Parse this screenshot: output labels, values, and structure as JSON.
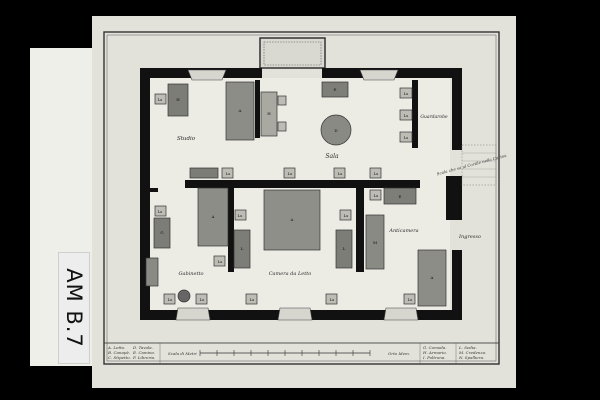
{
  "stamp": {
    "label": "AM B.7"
  },
  "rooms": {
    "studio": "Studio",
    "sala": "Sala",
    "guardarobe": "Guardarobe",
    "gabinetto": "Gabinetto",
    "camera_da_letto": "Camera da Letto",
    "anticamera": "Anticamera",
    "ingresso": "Ingresso",
    "scale": "Scala che va al Cortile nella Cucina"
  },
  "legend": {
    "left": [
      "A. Letto.",
      "B. Canapè.",
      "C. Stipetto.",
      "D. Tavola.",
      "E. Camino.",
      "F. Libreria."
    ],
    "scale_text": "Scala di Metri",
    "right_mid": "Orto Idem.",
    "right": [
      "G. Comoda.",
      "H. Armario.",
      "I. Poltrona.",
      "L. Sedia.",
      "M. Credenza.",
      "N. Spalliera."
    ]
  },
  "furniture_labels": {
    "bed": "A",
    "table": "D",
    "chair": "Ls",
    "comoda": "G",
    "armadio": "H",
    "camino": "E",
    "credenza": "M",
    "sedia": "L"
  }
}
